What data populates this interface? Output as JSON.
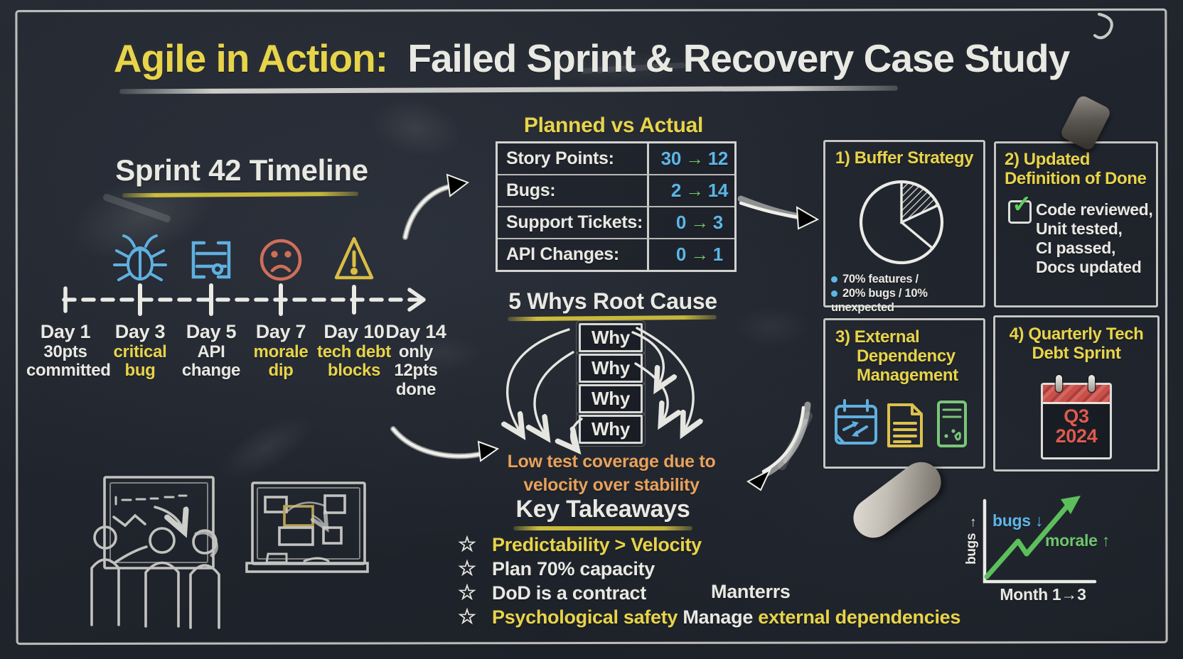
{
  "title": {
    "highlight": "Agile in Action:",
    "rest": "Failed Sprint & Recovery Case Study"
  },
  "colors": {
    "chalk_white": "#e9e9e4",
    "yellow": "#e8d44a",
    "blue": "#5cb6e8",
    "green": "#6ec56e",
    "orange": "#e8a15c",
    "red": "#d9665a",
    "board": "#242932"
  },
  "icons": {
    "timeline": [
      "bug-icon",
      "api-pipeline-icon",
      "sad-face-icon",
      "warning-triangle-icon"
    ],
    "panels": [
      "pie-chart-icon",
      "checkbox-check-icon",
      "calendar-sync-icon",
      "document-icon",
      "server-icon",
      "calendar-q3-icon"
    ],
    "decor": [
      "eraser",
      "chalk-piece",
      "whiteboard-meeting-sketch",
      "sticky-notes-board-sketch"
    ]
  },
  "timeline": {
    "heading": "Sprint 42 Timeline",
    "events": [
      {
        "day": "Day 1",
        "tone": "white",
        "lines": [
          "30pts",
          "committed"
        ]
      },
      {
        "day": "Day 3",
        "tone": "yellow",
        "lines": [
          "critical",
          "bug"
        ]
      },
      {
        "day": "Day 5",
        "tone": "white",
        "lines": [
          "API",
          "change"
        ]
      },
      {
        "day": "Day 7",
        "tone": "yellow",
        "lines": [
          "morale",
          "dip"
        ]
      },
      {
        "day": "Day 10",
        "tone": "yellow",
        "lines": [
          "tech debt",
          "blocks"
        ]
      },
      {
        "day": "Day 14",
        "tone": "white",
        "lines": [
          "only",
          "12pts",
          "done"
        ]
      }
    ]
  },
  "planned_vs_actual": {
    "heading": "Planned vs Actual",
    "arrow": "→",
    "rows": [
      {
        "label": "Story Points:",
        "planned": "30",
        "actual": "12"
      },
      {
        "label": "Bugs:",
        "planned": "2",
        "actual": "14"
      },
      {
        "label": "Support Tickets:",
        "planned": "0",
        "actual": "3"
      },
      {
        "label": "API Changes:",
        "planned": "0",
        "actual": "1"
      }
    ]
  },
  "five_whys": {
    "heading": "5 Whys Root Cause",
    "boxes": [
      "Why",
      "Why",
      "Why",
      "Why"
    ],
    "conclusion_lines": [
      "Low test coverage due to",
      "velocity over stability"
    ]
  },
  "panels": {
    "buffer": {
      "title": "1) Buffer Strategy",
      "bullets": [
        "70% features /",
        "20% bugs / 10% unexpected"
      ]
    },
    "dod": {
      "title_lines": [
        "2) Updated",
        "Definition of Done"
      ],
      "check": "✓",
      "items": [
        "Code reviewed,",
        "Unit tested,",
        "CI passed,",
        "Docs updated"
      ]
    },
    "external": {
      "title_lines": [
        "3) External",
        "Dependency",
        "Management"
      ]
    },
    "quarterly": {
      "title_lines": [
        "4) Quarterly Tech",
        "Debt Sprint"
      ],
      "calendar": {
        "quarter": "Q3",
        "year": "2024"
      }
    }
  },
  "key_takeaways": {
    "heading": "Key Takeaways",
    "star": "☆",
    "items": [
      {
        "tone": "yellow",
        "text": "Predictability > Velocity"
      },
      {
        "tone": "white",
        "text": "Plan 70% capacity"
      },
      {
        "tone": "white",
        "text": "DoD is a contract",
        "stray": "Manterrs"
      },
      {
        "tone": "mixed",
        "segments": [
          {
            "text": "Psychological safety ",
            "tone": "yellow"
          },
          {
            "text": "Manage ",
            "tone": "white"
          },
          {
            "text": "external dependencies",
            "tone": "yellow"
          }
        ]
      }
    ]
  },
  "recovery_chart": {
    "type": "line",
    "ylabel": "bugs →",
    "bugs_label": "bugs ↓",
    "morale_label": "morale ↑",
    "xlabel": "Month 1→3",
    "trend": "morale rises while bugs fall over months 1-3"
  }
}
